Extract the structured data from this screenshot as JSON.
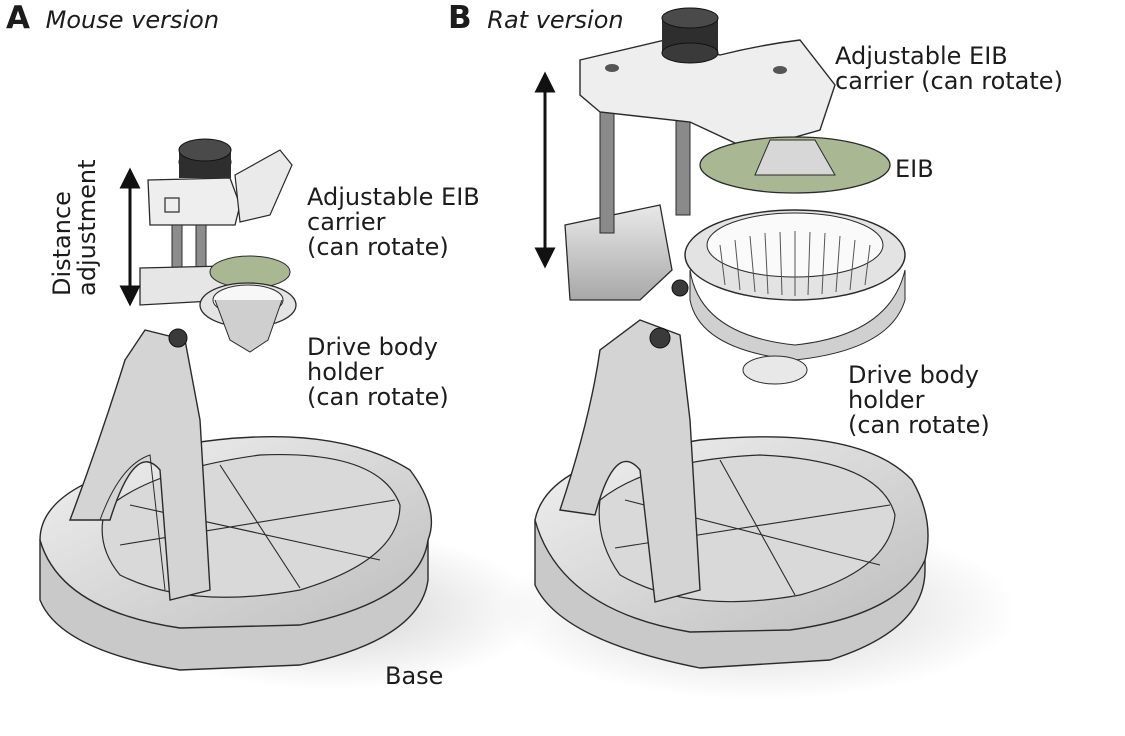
{
  "panels": [
    {
      "letter": "A",
      "subtitle": "Mouse version",
      "labels": {
        "distance_line1": "Distance",
        "distance_line2": "adjustment",
        "eib_carrier_line1": "Adjustable EIB",
        "eib_carrier_line2": "carrier",
        "eib_carrier_line3": "(can rotate)",
        "drive_line1": "Drive body",
        "drive_line2": "holder",
        "drive_line3": "(can rotate)"
      }
    },
    {
      "letter": "B",
      "subtitle": "Rat version",
      "labels": {
        "eib_carrier_line1": "Adjustable EIB",
        "eib_carrier_line2": "carrier (can rotate)",
        "eib": "EIB",
        "drive_line1": "Drive body",
        "drive_line2": "holder",
        "drive_line3": "(can rotate)"
      }
    }
  ],
  "base_label": "Base",
  "colors": {
    "part_light": "#ececec",
    "part_mid": "#cfcfcf",
    "part_dark": "#9a9a9a",
    "outline": "#2a2a2a",
    "eib_board": "#a9b893",
    "knob": "#2e2e2e",
    "arrow": "#111111"
  }
}
